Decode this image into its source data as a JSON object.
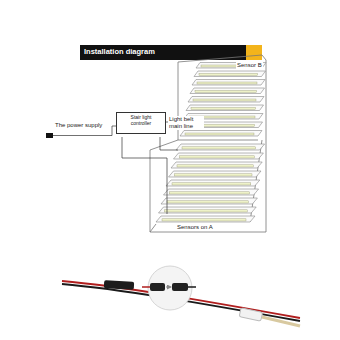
{
  "diagram": {
    "title": "Installation diagram",
    "nodes": [
      {
        "text": [
          "Stair light controller"
        ]
      }
    ],
    "labels": [
      "Sensor B",
      "The power supply",
      "Light belt main line",
      "Sensors on A"
    ]
  }
}
